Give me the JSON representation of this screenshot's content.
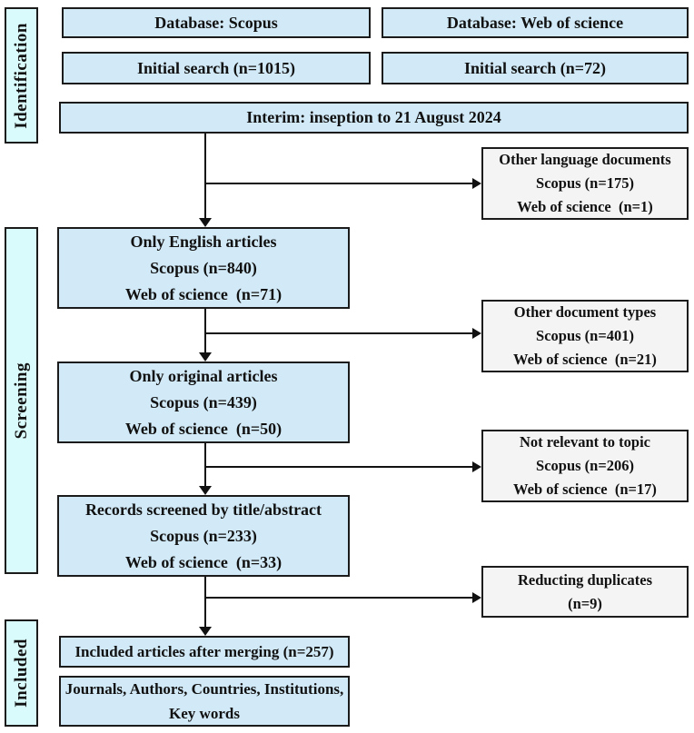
{
  "colors": {
    "box_fill_blue": "#d2eaf8",
    "stage_fill_cyan": "#dafbfb",
    "side_box_fill_gray": "#f4f4f4",
    "border": "#1b1b1b",
    "arrow": "#111111",
    "background": "#ffffff"
  },
  "stages": {
    "identification": "Identification",
    "screening": "Screening",
    "included": "Included"
  },
  "boxes": {
    "db_scopus": {
      "lines": [
        "Database: Scopus"
      ]
    },
    "db_wos": {
      "lines": [
        "Database: Web of science"
      ]
    },
    "initial_scopus": {
      "lines": [
        "Initial search (n=1015)"
      ]
    },
    "initial_wos": {
      "lines": [
        "Initial search (n=72)"
      ]
    },
    "interim": {
      "lines": [
        "Interim: inseption to 21 August 2024"
      ]
    },
    "other_language": {
      "lines": [
        "Other language documents",
        "Scopus (n=175)",
        "Web of science  (n=1)"
      ]
    },
    "only_english": {
      "lines": [
        "Only English articles",
        "Scopus (n=840)",
        "Web of science  (n=71)"
      ]
    },
    "other_types": {
      "lines": [
        "Other document types",
        "Scopus (n=401)",
        "Web of science  (n=21)"
      ]
    },
    "only_original": {
      "lines": [
        "Only original articles",
        "Scopus (n=439)",
        "Web of science  (n=50)"
      ]
    },
    "not_relevant": {
      "lines": [
        "Not relevant to topic",
        "Scopus (n=206)",
        "Web of science  (n=17)"
      ]
    },
    "records_screened": {
      "lines": [
        "Records screened by title/abstract",
        "Scopus (n=233)",
        "Web of science  (n=33)"
      ]
    },
    "duplicates": {
      "lines": [
        "Reducting duplicates",
        "(n=9)"
      ]
    },
    "included_articles": {
      "lines": [
        "Included articles after merging (n=257)"
      ]
    },
    "final_categories": {
      "lines": [
        "Journals, Authors, Countries, Institutions,",
        "Key words"
      ]
    }
  }
}
